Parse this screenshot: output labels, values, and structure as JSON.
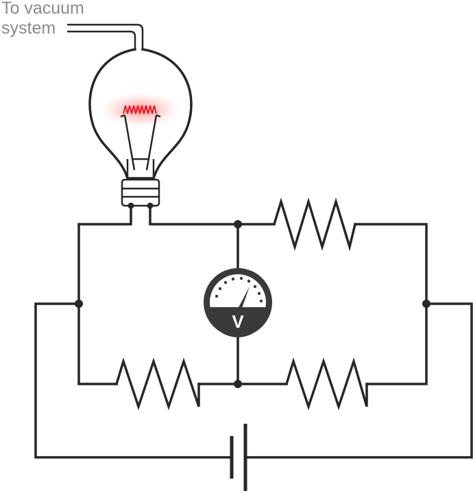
{
  "label": {
    "line1": "To vacuum",
    "line2": "system"
  },
  "meter": {
    "symbol": "V"
  },
  "colors": {
    "wire": "#262626",
    "label": "#8a8a8a",
    "filament": "#e0202a",
    "glow": "#ff9a9a",
    "meter_face": "#3a3a3a",
    "meter_dial": "#ffffff"
  },
  "icons": [
    "vacuum-bulb-icon",
    "filament-icon",
    "voltmeter-icon",
    "battery-icon",
    "resistor-icon"
  ]
}
